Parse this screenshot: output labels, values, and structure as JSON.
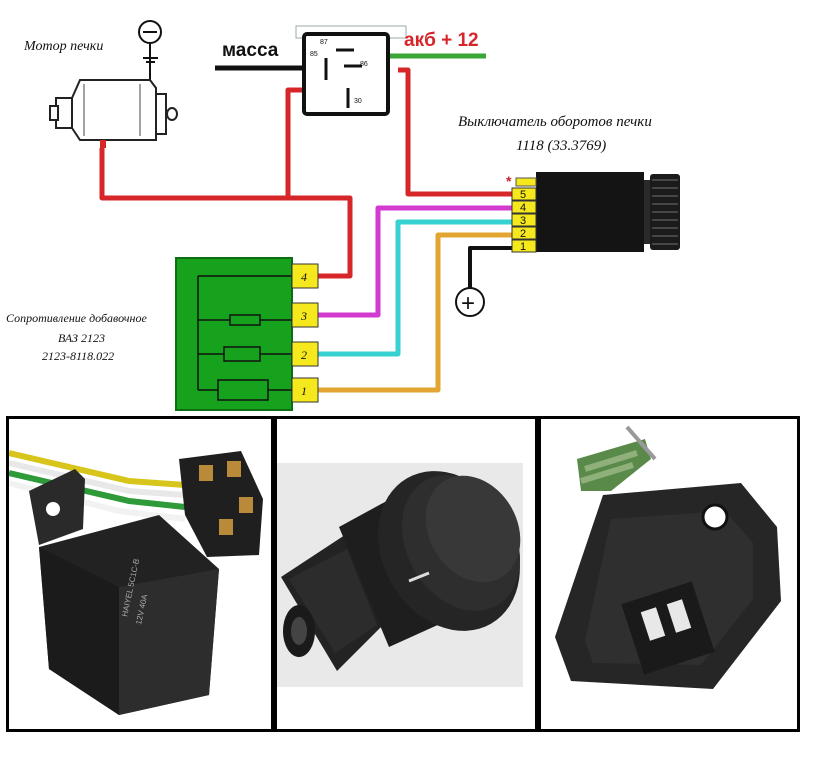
{
  "labels": {
    "motor": "Мотор печки",
    "massa": "масса",
    "akb": "акб + 12",
    "switch_title": "Выключатель оборотов печки",
    "switch_model": "1118 (33.3769)",
    "resistor_title": "Сопротивление добавочное",
    "resistor_model_1": "ВАЗ 2123",
    "resistor_model_2": "2123-8118.022",
    "plus": "+"
  },
  "relay_pins": [
    "87",
    "85",
    "86",
    "30"
  ],
  "switch_pins": [
    "*",
    "5",
    "4",
    "3",
    "2",
    "1"
  ],
  "resistor_pins": [
    "4",
    "3",
    "2",
    "1"
  ],
  "photos": {
    "relay_text": [
      "HAIYEL 5C1C-B",
      "12V 40A"
    ]
  },
  "colors": {
    "red": "#d7262a",
    "green": "#3aa635",
    "magenta": "#d23ad0",
    "cyan": "#36d1d1",
    "orange": "#e3a531",
    "black": "#111111",
    "resistor_green": "#17a21d",
    "pin_yellow": "#f5e81c"
  }
}
